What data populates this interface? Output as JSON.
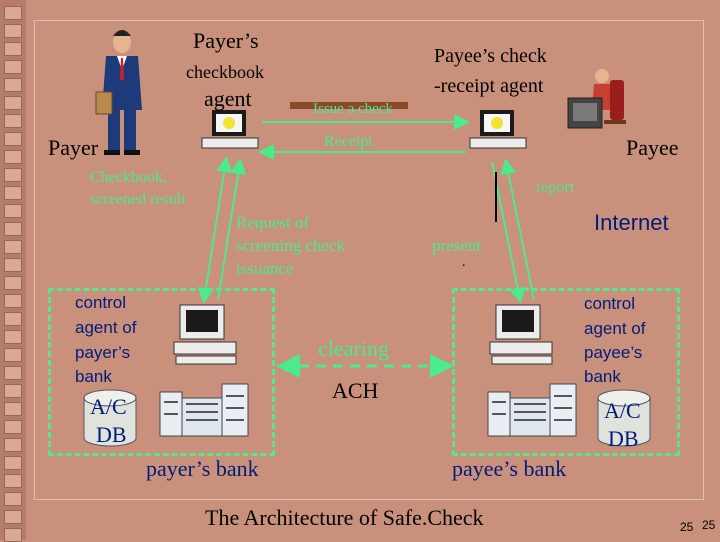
{
  "labels": {
    "payer_agent_line1": "Payer’s",
    "payer_agent_line2": "checkbook",
    "payer_agent_line3": "agent",
    "payee_agent_line1": "Payee’s check",
    "payee_agent_line2": "-receipt agent",
    "payer": "Payer",
    "payee": "Payee",
    "issue_check": "Issue a check",
    "receipt": "Receipt",
    "checkbook_screened_line1": "Checkbook,",
    "checkbook_screened_line2": "screened result",
    "request_line1": "Request of",
    "request_line2": "screening check",
    "request_line3": "issuance",
    "report": "report",
    "present": "present",
    "present_dot": ".",
    "internet": "Internet",
    "payer_bank_agent_line1": "control",
    "payer_bank_agent_line2": "agent of",
    "payer_bank_agent_line3": "payer’s",
    "payer_bank_agent_line4": "bank",
    "payee_bank_agent_line1": "control",
    "payee_bank_agent_line2": "agent of",
    "payee_bank_agent_line3": "payee’s",
    "payee_bank_agent_line4": "bank",
    "clearing": "clearing",
    "ach": "ACH",
    "payer_bank": "payer’s bank",
    "payee_bank": "payee’s bank",
    "db_line1": "A/C",
    "db_line2": "DB",
    "title": "The Architecture of Safe.Check",
    "page_num_a": "25",
    "page_num_b": "25"
  },
  "colors": {
    "background": "#c9907c",
    "arrow_green": "#4aeb8a",
    "text_navy": "#001d7a",
    "counter_bar": "#8b4a2a"
  }
}
